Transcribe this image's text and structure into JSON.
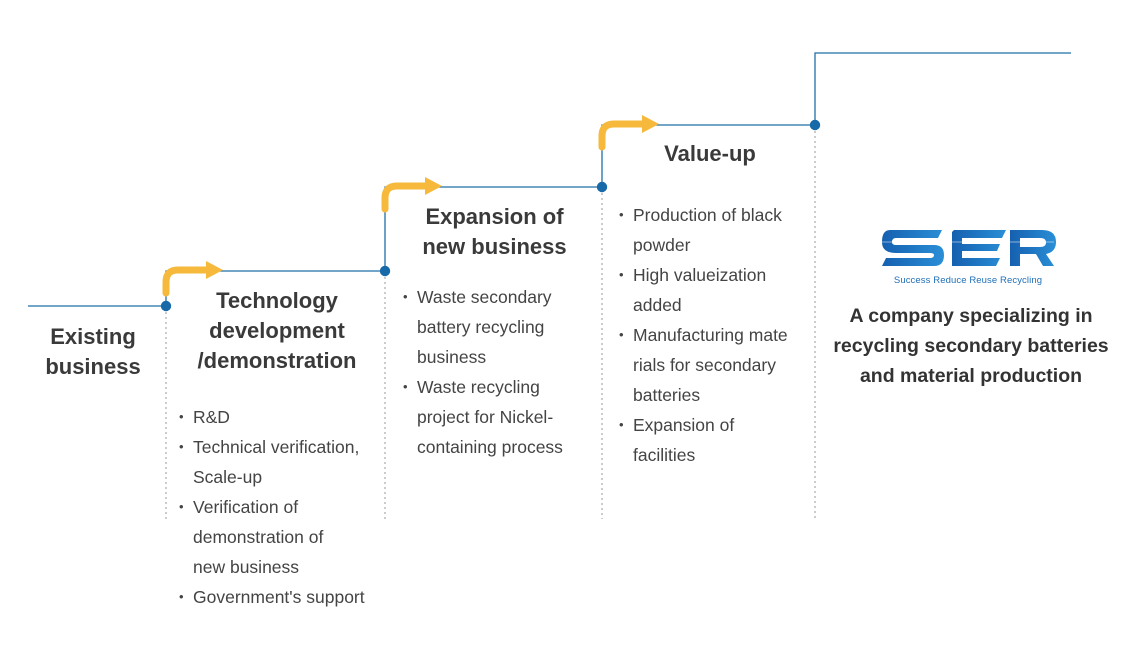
{
  "colors": {
    "line": "#1f6fa8",
    "dot": "#1769a8",
    "arrow": "#f6b93b",
    "divider": "#999999",
    "logo_blue": "#1f6fb8"
  },
  "stages": [
    {
      "title": "Existing\nbusiness",
      "bullets": []
    },
    {
      "title": "Technology\ndevelopment\n/demonstration",
      "bullets": [
        "R&D",
        "Technical verification,\nScale-up",
        "Verification of\ndemonstration of\nnew business",
        "Government's support"
      ]
    },
    {
      "title": "Expansion of\nnew business",
      "bullets": [
        "Waste secondary\nbattery recycling\nbusiness",
        "Waste recycling\nproject for Nickel-\ncontaining process"
      ]
    },
    {
      "title": "Value-up",
      "bullets": [
        "Production of black\npowder",
        "High valueization\nadded",
        "Manufacturing mate\nrials for secondary\nbatteries",
        "Expansion of\nfacilities"
      ]
    }
  ],
  "logo": {
    "text": "SER",
    "tagline": "Success Reduce Reuse Recycling"
  },
  "goal": "A company specializing in\nrecycling secondary batteries\nand material production"
}
